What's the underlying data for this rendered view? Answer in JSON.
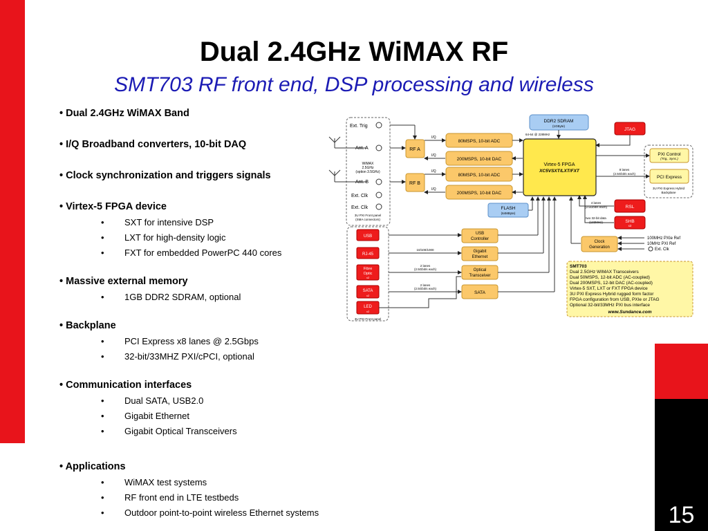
{
  "slide": {
    "title": "Dual 2.4GHz WiMAX RF",
    "subtitle": "SMT703 RF front end, DSP processing and wireless",
    "page_number": "15"
  },
  "bullets": [
    {
      "text": "Dual 2.4GHz WiMAX Band",
      "subs": []
    },
    {
      "text": "I/Q Broadband converters, 10-bit DAQ",
      "subs": []
    },
    {
      "text": "Clock synchronization and triggers signals",
      "subs": []
    },
    {
      "text": "Virtex-5 FPGA device",
      "subs": [
        "SXT for intensive DSP",
        "LXT for high-density logic",
        "FXT for embedded PowerPC 440 cores"
      ]
    },
    {
      "text": "Massive external memory",
      "subs": [
        "1GB DDR2 SDRAM, optional"
      ]
    },
    {
      "text": "Backplane",
      "subs": [
        "PCI Express x8 lanes @ 2.5Gbps",
        "32-bit/33MHZ  PXI/cPCI, optional"
      ]
    },
    {
      "text": "Communication interfaces",
      "subs": [
        "Dual SATA, USB2.0",
        "Gigabit Ethernet",
        "Gigabit Optical Transceivers"
      ]
    },
    {
      "text": "Applications",
      "subs": [
        "WiMAX test systems",
        "RF front end in LTE testbeds",
        "Outdoor point-to-point wireless Ethernet systems"
      ]
    }
  ],
  "diagram": {
    "ext_trig": "Ext. Trig",
    "ant_a": "Ant. A",
    "ant_b": "Ant. B",
    "ext_clk_1": "Ext. Clk",
    "ext_clk_2": "Ext. Clk",
    "wimax_1": "WiMAX",
    "wimax_2": "2.5GHz",
    "wimax_3": "(option 3.5GHz)",
    "front_panel_1": "3U PXI Front panel",
    "front_panel_2": "(SMA connectors)",
    "rf_a": "RF A",
    "rf_b": "RF B",
    "iq": "I/Q",
    "adc_1": "80MSPS, 10-bit ADC",
    "dac_1": "200MSPS, 10-bit DAC",
    "adc_2": "80MSPS, 10-bit ADC",
    "dac_2": "200MSPS, 10-bit DAC",
    "ddr2_1": "DDR2 SDRAM",
    "ddr2_2": "(1GByte)",
    "ddr_bus": "64-64 @ 228MHz",
    "fpga_1": "Virtex-5 FPGA",
    "fpga_2": "XC5VSXT/LXT/FXT",
    "jtag": "JTAG",
    "pxi_control_1": "PXI Control",
    "pxi_control_2": "(Trig., Sync.)",
    "pci_express": "PCI Express",
    "lanes_8_1": "8 lanes",
    "lanes_8_2": "(2.5Gbit/s each)",
    "backplane_1": "3U PXI Express Hybrid",
    "backplane_2": "Backplane",
    "flash_1": "FLASH",
    "flash_2": "(64MByte)",
    "rsl": "RSL",
    "rsl_lanes_1": "4 lanes",
    "rsl_lanes_2": "(2.5Gbit/s each)",
    "shb": "SHB",
    "shb_sub": "x2",
    "shb_bus_1": "two 32-bit data",
    "shb_bus_2": "(133MHz)",
    "usb_ctrl_1": "USB",
    "usb_ctrl_2": "Controller",
    "gbe_1": "Gigabit",
    "gbe_2": "Ethernet",
    "optical_1": "Optical",
    "optical_2": "Transceiver",
    "sata": "SATA",
    "clock_gen_1": "Clock",
    "clock_gen_2": "Generation",
    "clk_in_1": "100MHz PXIe Ref",
    "clk_in_2": "10MHz PXI Ref",
    "clk_in_3": "Ext. Clk",
    "conn_usb": "USB",
    "conn_rj45": "RJ-45",
    "conn_fibre_1": "Fibre",
    "conn_fibre_2": "Optic",
    "conn_fibre_3": "x2",
    "conn_sata": "SATA",
    "conn_sata_sub": "x2",
    "conn_led": "LED",
    "conn_led_sub": "x2",
    "speed_eth": "10/100/1000",
    "lanes_2a_1": "2 lanes",
    "lanes_2a_2": "(2.5Gbit/s each)",
    "lanes_2b_1": "2 lanes",
    "lanes_2b_2": "(2.5Gbit/s each)",
    "front_panel_bottom": "3U PXI Front panel",
    "spec_lines": [
      "SMT703",
      "Dual 2.5GHz WIMAX Transceivers",
      "Dual 50MSPS, 12-bit ADC (AC-coupled)",
      "Dual 200MSPS, 12-bit DAC (AC-coupled)",
      "Virtex-5 SXT, LXT or FXT FPGA device",
      "3U PXI Express Hybrid rugged form factor",
      "FPGA configuration from USB, PXIe or JTAG",
      "Optional 32-bit/33MHz PXI bus interface"
    ],
    "spec_url": "www.Sundance.com"
  },
  "colors": {
    "accent_red": "#e8141b",
    "subtitle_blue": "#1b1bb4",
    "orange_block": "#fbc86a",
    "blue_block": "#a9cdf3",
    "yellow_block": "#fff7a6",
    "red_block": "#ee1c1c"
  }
}
